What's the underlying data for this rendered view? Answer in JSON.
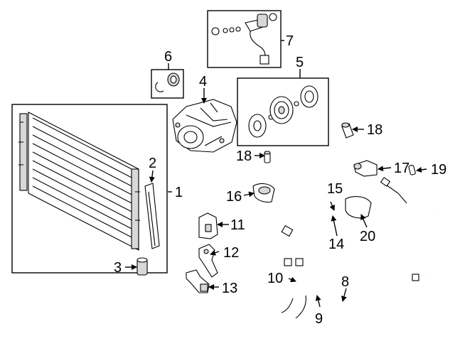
{
  "diagram": {
    "labels": {
      "p1": "1",
      "p2": "2",
      "p3": "3",
      "p4": "4",
      "p5": "5",
      "p6": "6",
      "p7": "7",
      "p8": "8",
      "p9": "9",
      "p10": "10",
      "p11": "11",
      "p12": "12",
      "p13": "13",
      "p14": "14",
      "p15": "15",
      "p16": "16",
      "p17": "17",
      "p18a": "18",
      "p18b": "18",
      "p19": "19",
      "p20": "20"
    }
  }
}
